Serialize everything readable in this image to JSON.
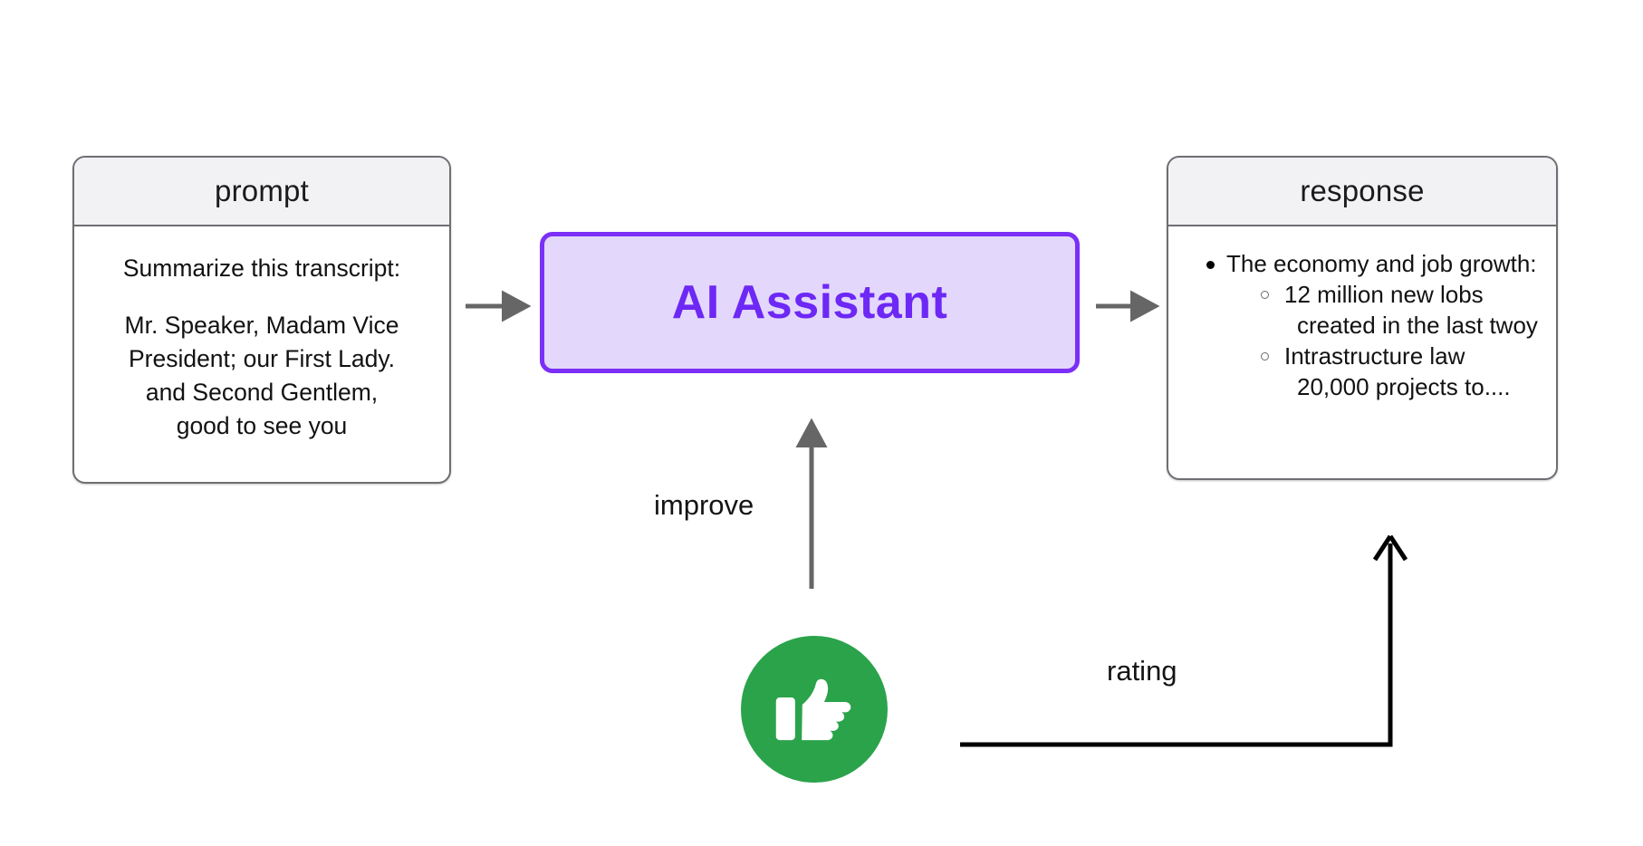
{
  "diagram": {
    "title_nodes": {
      "prompt_header": "prompt",
      "response_header": "response",
      "ai_label": "AI Assistant"
    },
    "prompt": {
      "header": "prompt",
      "line1": "Summarize this transcript:",
      "line2": "Mr. Speaker, Madam Vice",
      "line3": "President; our First Lady.",
      "line4": "and Second Gentlem,",
      "line5": "good to see you"
    },
    "response": {
      "header": "response",
      "bullets": [
        {
          "text": "The economy and job growth:",
          "children": [
            {
              "line1": "12 million new lobs",
              "line2": "created in the last twoy"
            },
            {
              "line1": "Intrastructure law",
              "line2": "20,000 projects to...."
            }
          ]
        }
      ]
    },
    "edges": {
      "prompt_to_ai": "arrow-right-icon",
      "ai_to_response": "arrow-right-icon",
      "improve": "improve",
      "rating": "rating"
    },
    "feedback": {
      "icon": "thumbs-up-icon",
      "circle_color": "#2ba34b",
      "icon_color": "#ffffff"
    },
    "colors": {
      "ai_border": "#7b2ff7",
      "ai_fill": "#e3d8fb",
      "ai_text": "#6d28f5",
      "card_border": "#6e6e73",
      "card_header_fill": "#f2f2f5",
      "arrow_gray": "#666666",
      "arrow_black": "#000000",
      "background": "#ffffff"
    }
  }
}
